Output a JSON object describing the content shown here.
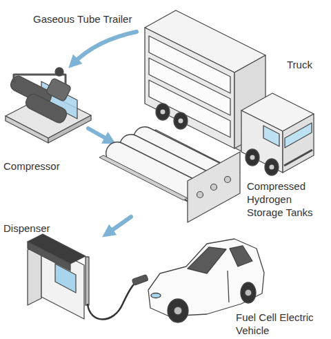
{
  "diagram": {
    "labels": [
      "Gaseous Tube Trailer",
      "Truck",
      "Compressor",
      "Compressed Hydrogen Storage Tanks",
      "Dispenser",
      "Fuel Cell Electric Vehicle"
    ]
  }
}
